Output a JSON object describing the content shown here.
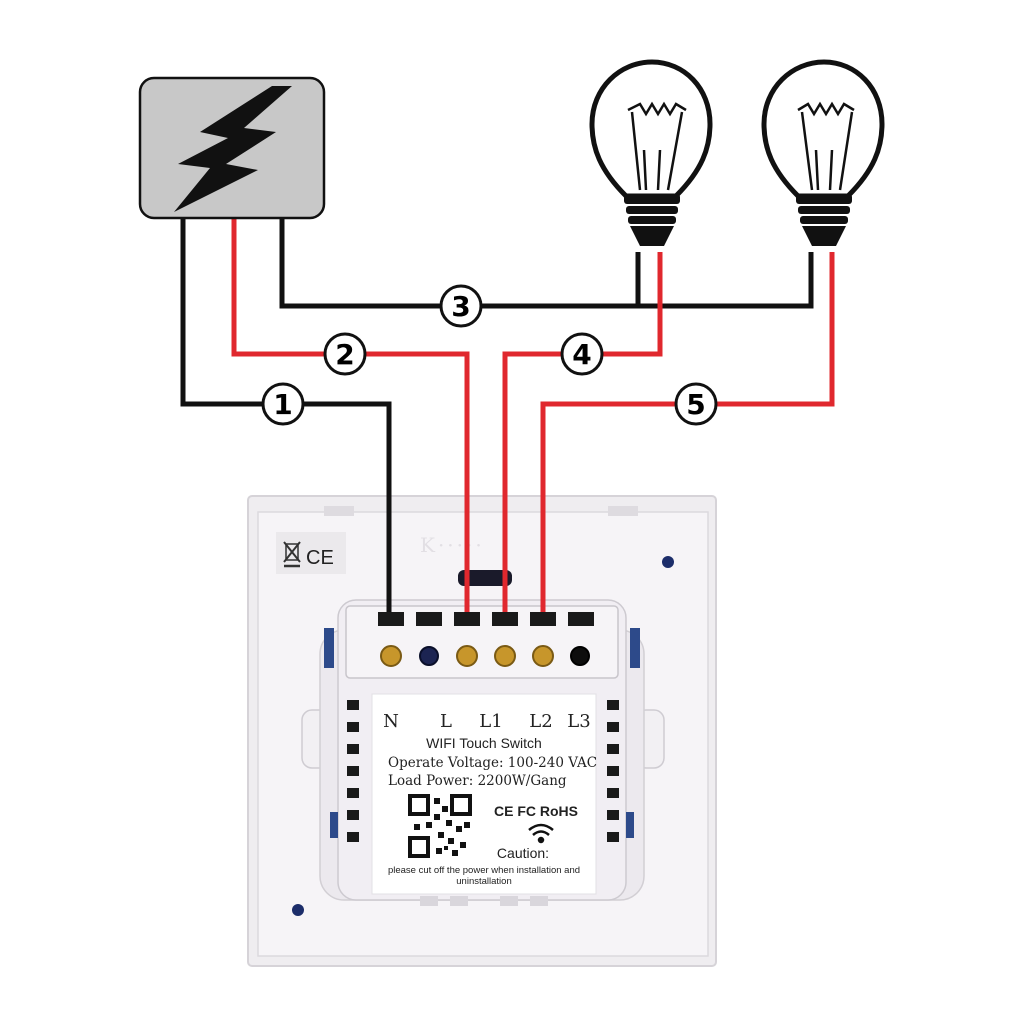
{
  "colors": {
    "live": "#e0282e",
    "neutral": "#111111",
    "box_fill": "#c8c8c8",
    "plate": "#f4f2f4"
  },
  "icons": {
    "power_source": "lightning-bolt-icon",
    "lamp": "light-bulb-icon"
  },
  "wires": [
    {
      "number": "1"
    },
    {
      "number": "2"
    },
    {
      "number": "3"
    },
    {
      "number": "4"
    },
    {
      "number": "5"
    }
  ],
  "terminals": [
    "N",
    "L",
    "L1",
    "L2",
    "L3"
  ],
  "device_label": {
    "title": "WIFI Touch Switch",
    "voltage": "Operate Voltage: 100-240 VAC",
    "power": "Load Power: 2200W/Gang",
    "certs": "CE FC RoHS",
    "caution_title": "Caution:",
    "caution_line1": "please cut off the power when installation and",
    "caution_line2": "uninstallation"
  },
  "plate_marks": "CE"
}
